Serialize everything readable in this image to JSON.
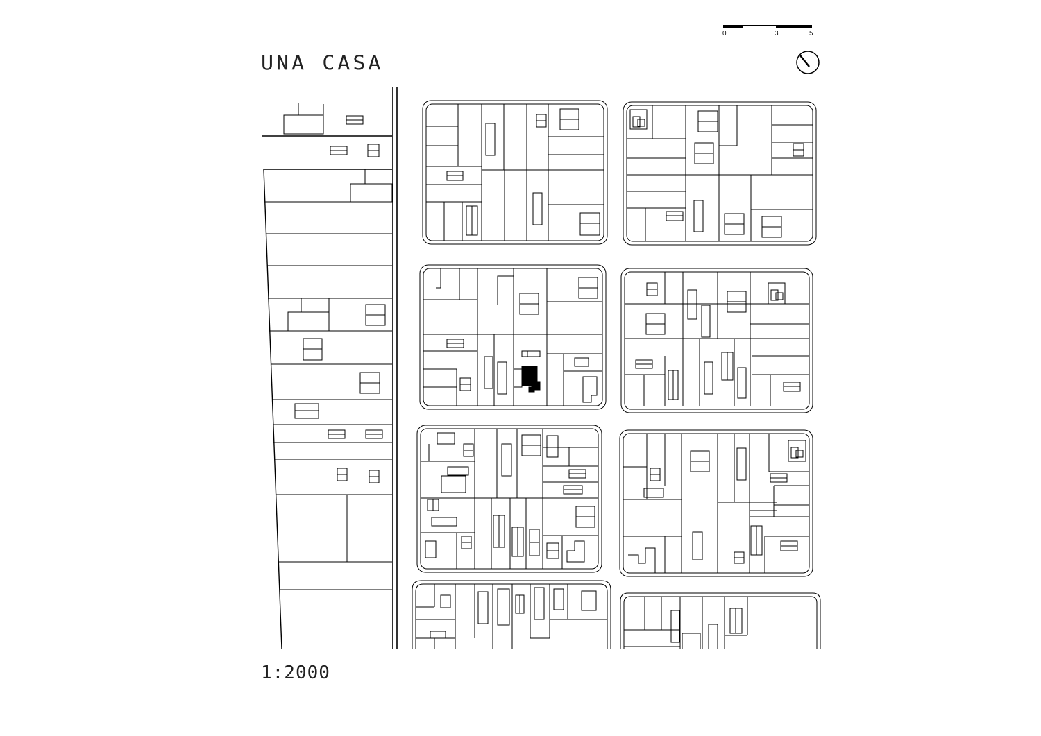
{
  "title": "UNA CASA",
  "scale_ratio": "1:2000",
  "scalebar": {
    "labels": [
      "0",
      "3",
      "5"
    ]
  },
  "icons": {
    "north_arrow": "north-arrow-icon"
  }
}
